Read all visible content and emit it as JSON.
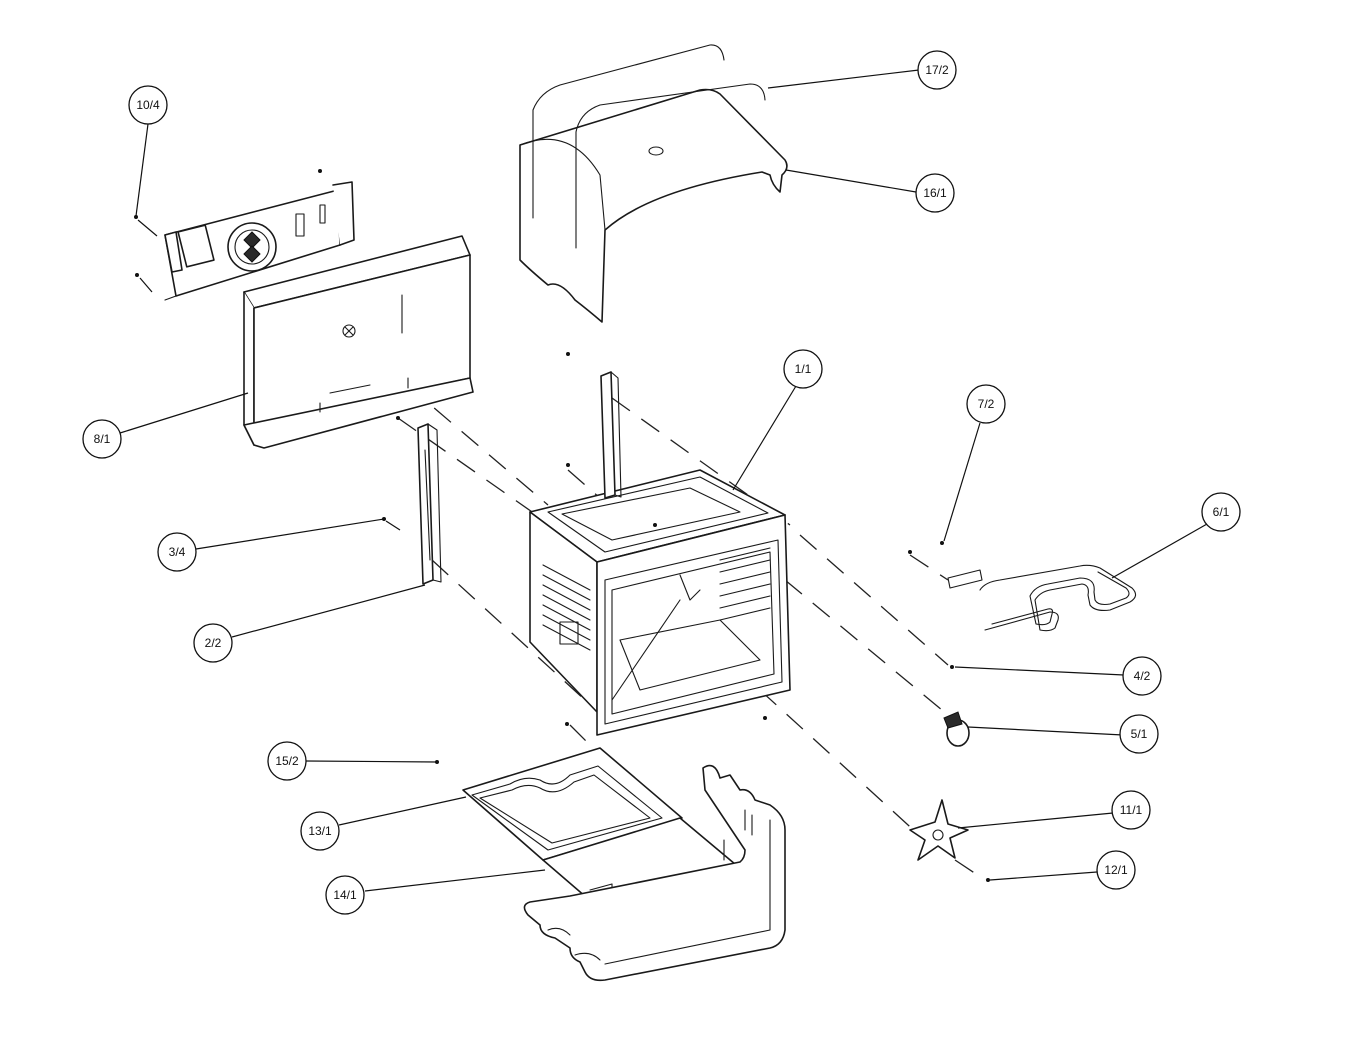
{
  "diagram": {
    "callouts": [
      {
        "id": "c-10-4",
        "label": "10/4"
      },
      {
        "id": "c-17-2",
        "label": "17/2"
      },
      {
        "id": "c-16-1",
        "label": "16/1"
      },
      {
        "id": "c-1-1",
        "label": "1/1"
      },
      {
        "id": "c-8-1",
        "label": "8/1"
      },
      {
        "id": "c-7-2",
        "label": "7/2"
      },
      {
        "id": "c-6-1",
        "label": "6/1"
      },
      {
        "id": "c-3-4",
        "label": "3/4"
      },
      {
        "id": "c-2-2",
        "label": "2/2"
      },
      {
        "id": "c-4-2",
        "label": "4/2"
      },
      {
        "id": "c-5-1",
        "label": "5/1"
      },
      {
        "id": "c-15-2",
        "label": "15/2"
      },
      {
        "id": "c-11-1",
        "label": "11/1"
      },
      {
        "id": "c-13-1",
        "label": "13/1"
      },
      {
        "id": "c-12-1",
        "label": "12/1"
      },
      {
        "id": "c-14-1",
        "label": "14/1"
      }
    ],
    "colors": {
      "line": "#1a1a1a",
      "background": "#ffffff"
    }
  }
}
